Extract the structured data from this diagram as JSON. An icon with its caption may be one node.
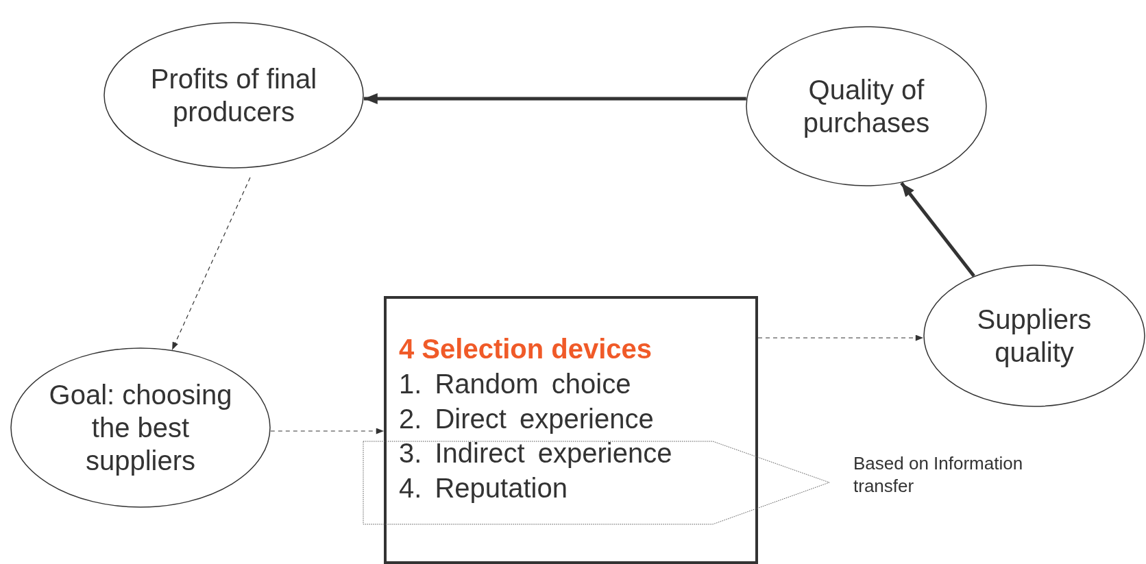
{
  "diagram": {
    "nodes": [
      {
        "text": [
          "Profits of final producers"
        ]
      },
      {
        "text": [
          "Quality of purchases"
        ]
      },
      {
        "text": [
          "Suppliers quality"
        ]
      },
      {
        "text": [
          "Goal: choosing the best suppliers"
        ]
      },
      {
        "text": [
          "4 Selection devices",
          "1. Random choice",
          "2. Direct experience",
          "3. Indirect experience",
          "4. Reputation"
        ]
      }
    ],
    "edges": [
      {
        "from": 1,
        "to": 0,
        "arrow": "to",
        "style": "thick"
      },
      {
        "from": 2,
        "to": 1,
        "arrow": "to",
        "style": "thick"
      },
      {
        "from": 0,
        "to": 3,
        "arrow": "to",
        "style": "dashed"
      },
      {
        "from": 3,
        "to": 4,
        "arrow": "to",
        "style": "dashed"
      },
      {
        "from": 4,
        "to": 2,
        "arrow": "to",
        "style": "dashed"
      }
    ],
    "labels": [
      "Based on Information transfer"
    ]
  }
}
